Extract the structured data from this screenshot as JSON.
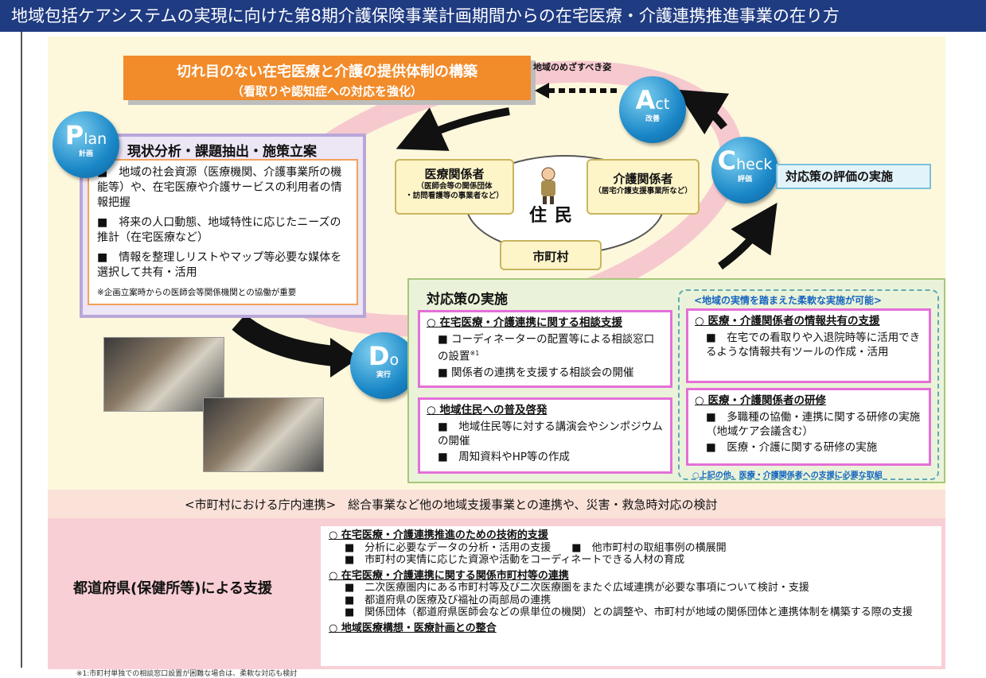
{
  "title": "地域包括ケアシステムの実現に向けた第8期介護保険事業計画期間からの在宅医療・介護連携推進事業の在り方",
  "goal": {
    "line1": "切れ目のない在宅医療と介護の提供体制の構築",
    "line2": "（看取りや認知症への対応を強化）",
    "label": "地域のめざすべき姿"
  },
  "pdca": {
    "plan": {
      "letter": "P",
      "rest": "lan",
      "jp": "計画"
    },
    "do": {
      "letter": "D",
      "rest": "o",
      "jp": "実行"
    },
    "check": {
      "letter": "C",
      "rest": "heck",
      "jp": "評価"
    },
    "act": {
      "letter": "A",
      "rest": "ct",
      "jp": "改善"
    }
  },
  "plan_section": {
    "heading": "現状分析・課題抽出・施策立案",
    "items": [
      "■　地域の社会資源（医療機関、介護事業所の機能等）や、在宅医療や介護サービスの利用者の情報把握",
      "■　将来の人口動態、地域特性に応じたニーズの推計（在宅医療など）",
      "■　情報を整理しリストやマップ等必要な媒体を選択して共有・活用"
    ],
    "note": "※企画立案時からの医師会等関係機関との協働が重要"
  },
  "center": {
    "medical": {
      "title": "医療関係者",
      "sub1": "（医師会等の関係団体",
      "sub2": "・訪問看護等の事業者など）"
    },
    "care": {
      "title": "介護関係者",
      "sub": "（居宅介護支援事業所など）"
    },
    "residents": "住民",
    "municipality": "市町村"
  },
  "check_label": "対応策の評価の実施",
  "do_section": {
    "heading": "対応策の実施",
    "box1": {
      "title": "○ 在宅医療・介護連携に関する相談支援",
      "items": [
        "■ コーディネーターの配置等による相談窓口の設置",
        "■ 関係者の連携を支援する相談会の開催"
      ],
      "mark": "※1"
    },
    "box2": {
      "title": "○ 地域住民への普及啓発",
      "items": [
        "■　地域住民等に対する講演会やシンポジウムの開催",
        "■　周知資料やHP等の作成"
      ]
    },
    "flex_heading": "<地域の実情を踏まえた柔軟な実施が可能>",
    "box3": {
      "title": "○ 医療・介護関係者の情報共有の支援",
      "items": [
        "■　在宅での看取りや入退院時等に活用できるような情報共有ツールの作成・活用"
      ]
    },
    "box4": {
      "title": "○ 医療・介護関係者の研修",
      "items": [
        "■　多職種の協働・連携に関する研修の実施（地域ケア会議含む）",
        "■　医療・介護に関する研修の実施"
      ]
    },
    "flex_footer": "○上記の他、医療・介護関係者への支援に必要な取組"
  },
  "band_text": "<市町村における庁内連携>　総合事業など他の地域支援事業との連携や、災害・救急時対応の検討",
  "prefecture": {
    "title": "都道府県(保健所等)による支援",
    "h1": "○ 在宅医療・介護連携推進のための技術的支援",
    "i1": "■　分析に必要なデータの分析・活用の支援　　■　他市町村の取組事例の横展開",
    "i2": "■　市町村の実情に応じた資源や活動をコーディネートできる人材の育成",
    "h2": "○ 在宅医療・介護連携に関する関係市町村等の連携",
    "i3": "■　二次医療圏内にある市町村等及び二次医療圏をまたぐ広域連携が必要な事項について検討・支援",
    "i4": "■　都道府県の医療及び福祉の両部局の連携",
    "i5": "■　関係団体（都道府県医師会などの県単位の機関）との調整や、市町村が地域の関係団体と連携体制を構築する際の支援",
    "h3": "○ 地域医療構想・医療計画との整合"
  },
  "footnote": "※1:市町村単独での相談窓口設置が困難な場合は、柔軟な対応も検討",
  "colors": {
    "title_bg": "#1f3b82",
    "orange": "#f28b2a",
    "circle": "#1a87c7",
    "magenta": "#e46fd8"
  }
}
